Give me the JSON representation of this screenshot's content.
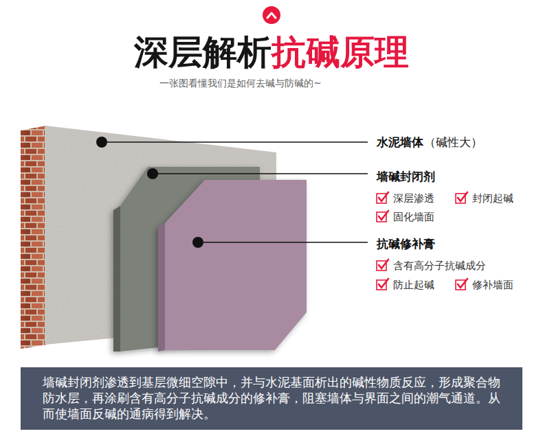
{
  "diagram": {
    "title": "深层解析抗碱原理",
    "nodes": [
      {
        "text": [
          "墙碱封闭剂渗透到基层微细空隙中，并与水泥基面析出的碱性物质反应，形成聚合物防水层，再涂刷含有高分子抗碱成分的修补膏，阻塞墙体与界面之间的潮气通道。从而使墙面反碱的通病得到解决。"
        ]
      }
    ],
    "labels": [
      "一张图看懂我们是如何去碱与防碱的~",
      "水泥墙体",
      "（碱性大）",
      "墙碱封闭剂",
      "深层渗透",
      "封闭起碱",
      "固化墙面",
      "抗碱修补膏",
      "含有高分子抗碱成分",
      "防止起碱",
      "修补墙面"
    ]
  }
}
